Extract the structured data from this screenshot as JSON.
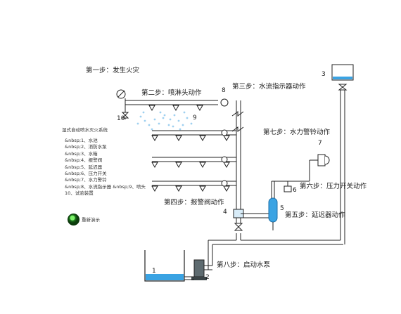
{
  "steps": {
    "step1": "第一步：发生火灾",
    "step2": "第二步：喷淋头动作",
    "step3": "第三步：水流指示器动作",
    "step4": "第四步：报警阀动作",
    "step5": "第五步：延迟器动作",
    "step6": "第六步：压力开关动作",
    "step7": "第七步：水力警铃动作",
    "step8": "第八步：启动水泵"
  },
  "numbers": {
    "n1": "1",
    "n2": "2",
    "n3": "3",
    "n4": "4",
    "n5": "5",
    "n6": "6",
    "n7": "7",
    "n8": "8",
    "n9": "9",
    "n10": "10"
  },
  "legend": {
    "title": "湿式自动喷水灭火系统",
    "items": [
      "&nbsp;1、水池",
      "&nbsp;2、消防水泵",
      "&nbsp;3、水箱",
      "&nbsp;4、报警阀",
      "&nbsp;5、延迟器",
      "&nbsp;6、压力开关",
      "&nbsp;7、水力警铃",
      "&nbsp;8、水流指示器  &nbsp;9、喷头",
      "10、试验装置"
    ]
  },
  "controls": {
    "replay_label": "重新演示"
  },
  "colors": {
    "water": "#3aa3e3",
    "pipe": "#222222",
    "pipe_fill": "#e8f4fb",
    "replay": "#1f7a1f"
  },
  "icons": [
    "fire-detector-icon",
    "sprinkler-head-icon",
    "valve-icon",
    "pressure-switch-icon",
    "water-bell-icon",
    "pump-icon"
  ]
}
